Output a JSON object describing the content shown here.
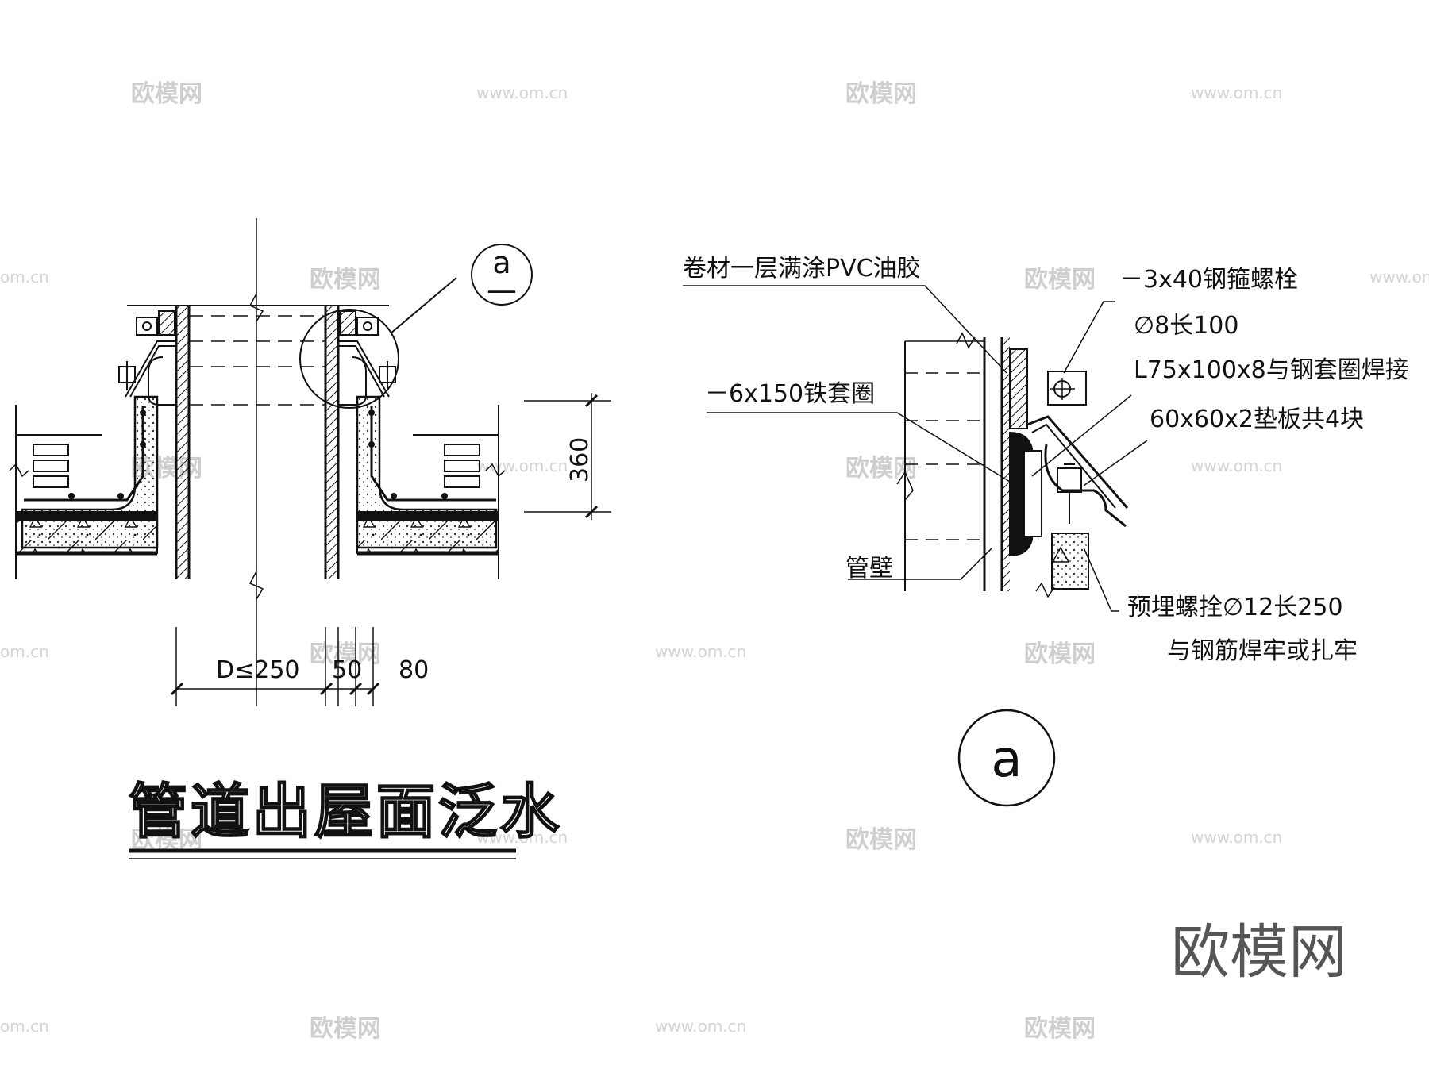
{
  "title": "管道出屋面泛水",
  "detail_marker": "a",
  "detail_marker_sub": "—",
  "detail_marker_large": "a",
  "section_dimensions": {
    "height": "360",
    "pipe_diameter": "D≤250",
    "gap": "50",
    "curb": "80"
  },
  "detail_labels": {
    "membrane": "卷材一层满涂PVC油胶",
    "clamp": "－3x40钢箍螺栓",
    "bolt": "∅8长100",
    "angle": "L75x100x8与钢套圈焊接",
    "sleeve": "－6x150铁套圈",
    "pad": "60x60x2垫板共4块",
    "pipe_wall": "管壁",
    "embedded_bolt": "预埋螺拴∅12长250",
    "embedded_note": "与钢筋焊牢或扎牢"
  },
  "brand": "欧模网",
  "watermark": {
    "text": "欧模网",
    "url": "www.om.cn",
    "url_short": "om.cn"
  }
}
